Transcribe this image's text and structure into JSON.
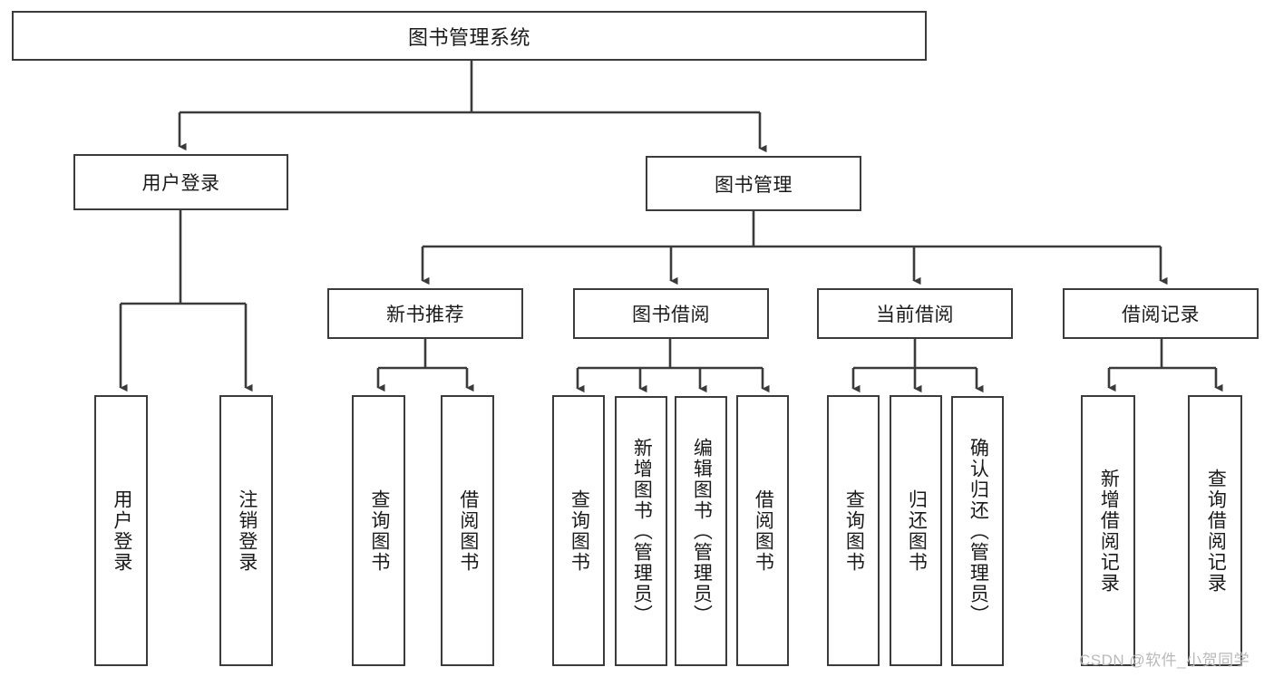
{
  "diagram": {
    "title": "图书管理系统",
    "type": "tree-hierarchy",
    "background_color": "#ffffff",
    "stroke_color": "#3b3b3b",
    "text_color": "#1a1a1a",
    "watermark": "CSDN @软件_小贺同学",
    "levels": {
      "level1": {
        "root": {
          "label": "图书管理系统"
        }
      },
      "level2": [
        {
          "label": "用户登录"
        },
        {
          "label": "图书管理"
        }
      ],
      "level3": [
        {
          "label": "新书推荐"
        },
        {
          "label": "图书借阅"
        },
        {
          "label": "当前借阅"
        },
        {
          "label": "借阅记录"
        }
      ],
      "level4": {
        "user_login_children": [
          {
            "label": "用户登录"
          },
          {
            "label": "注销登录"
          }
        ],
        "new_book_children": [
          {
            "label": "查询图书"
          },
          {
            "label": "借阅图书"
          }
        ],
        "book_borrow_children": [
          {
            "label": "查询图书"
          },
          {
            "label": "新增图书（管理员）"
          },
          {
            "label": "编辑图书（管理员）"
          },
          {
            "label": "借阅图书"
          }
        ],
        "current_borrow_children": [
          {
            "label": "查询图书"
          },
          {
            "label": "归还图书"
          },
          {
            "label": "确认归还（管理员）"
          }
        ],
        "borrow_record_children": [
          {
            "label": "新增借阅记录"
          },
          {
            "label": "查询借阅记录"
          }
        ]
      }
    }
  }
}
